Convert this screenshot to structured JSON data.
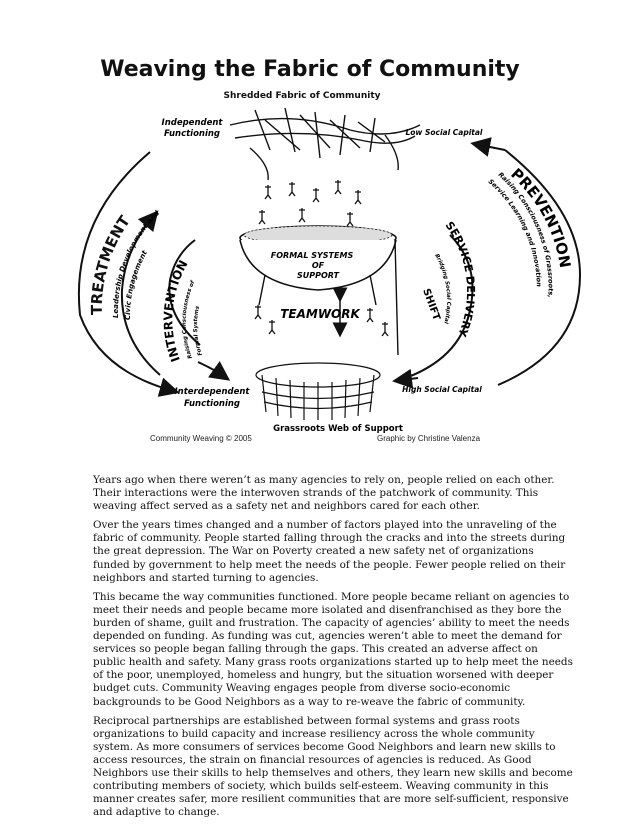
{
  "figure": {
    "title": "Weaving the Fabric of Community",
    "subtitle": "Shredded Fabric of Community",
    "labels": {
      "independent": [
        "Independent",
        "Functioning"
      ],
      "low_capital": "Low Social Capital",
      "high_capital": "High Social Capital",
      "interdependent": [
        "Interdependent",
        "Functioning"
      ],
      "grassroots": "Grassroots Web of Support",
      "formal_systems": [
        "FORMAL SYSTEMS",
        "OF",
        "SUPPORT"
      ],
      "teamwork": "TEAMWORK",
      "treatment": "TREATMENT",
      "treatment_sub": [
        "Leadership Development and",
        "Civic Engagement"
      ],
      "intervention": "INTERVENTION",
      "intervention_sub": [
        "Raising Consciousness of",
        "Formal Systems"
      ],
      "prevention": "PREVENTION",
      "prevention_sub": [
        "Raising Consciousness of Grassroots,",
        "Service Learning and Innovation"
      ],
      "service_delivery": "SERVICE DELIVERY",
      "shift": "SHIFT",
      "bridging": "Bridging Social Capital"
    },
    "credit_left": "Community Weaving © 2005",
    "credit_right": "Graphic by Christine Valenza"
  },
  "paragraphs": [
    "Years ago when there weren’t as many agencies to rely on, people relied on each other. Their interactions were the interwoven strands of the patchwork of community. This weaving affect served as a safety net and neighbors cared for each other.",
    "Over the years times changed and a number of factors played into the unraveling of the fabric of community. People started falling through the cracks and into the streets during the great depression. The War on Poverty created a new safety net of organizations funded by government to help meet the needs of the people. Fewer people relied on their neighbors and started turning to agencies.",
    "This became the way communities functioned. More people became reliant on agencies to meet their needs and people became more isolated and disenfranchised as they bore the burden of shame, guilt and frustration. The capacity of agencies’ ability to meet the needs depended on funding. As funding was cut, agencies weren’t able to meet the demand for services so people began falling through the gaps. This created an adverse affect on public health and safety.  Many grass roots organizations started up to help meet the needs of the poor, unemployed, homeless and hungry, but the situation worsened with deeper budget cuts.  Community Weaving engages people from diverse socio-economic backgrounds to be Good Neighbors as a way to re-weave the fabric of community.",
    "Reciprocal partnerships are established between formal systems and grass roots organizations to build capacity and increase resiliency across the whole community system.  As more consumers of services become Good Neighbors and learn new skills to access resources, the strain on financial resources of agencies is reduced.  As Good Neighbors use their skills to help themselves and others, they learn new skills and become contributing members of society, which builds self-esteem.  Weaving community in this manner creates safer, more resilient communities that are more self-sufficient, responsive and adaptive to change."
  ]
}
